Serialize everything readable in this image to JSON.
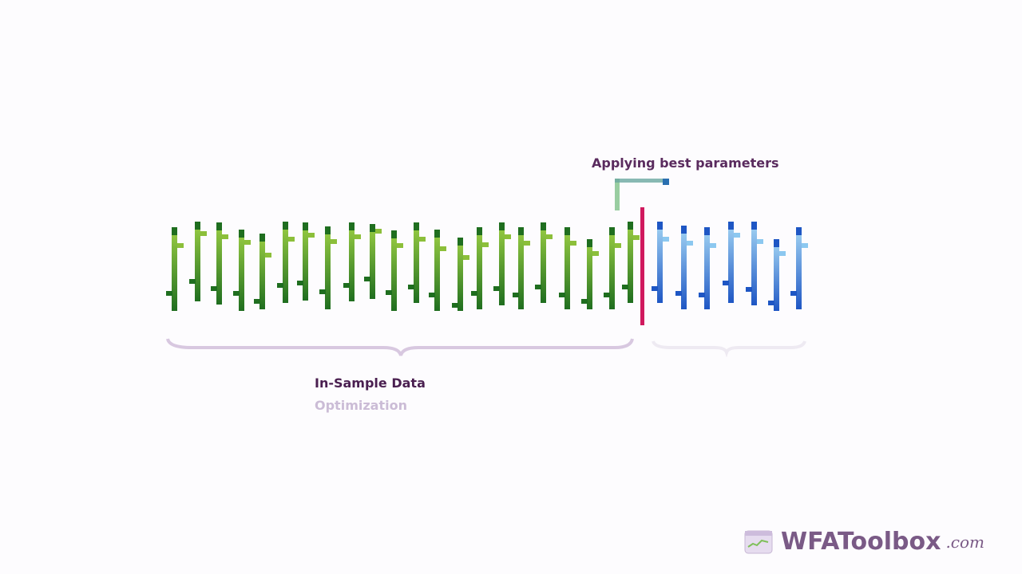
{
  "labels": {
    "applying": "Applying best parameters",
    "in_sample": "In-Sample Data",
    "optimization": "Optimization"
  },
  "logo": {
    "name": "WFAToolbox",
    "suffix": ".com"
  },
  "colors": {
    "in_sample_dark": "#1f6e1f",
    "in_sample_light": "#8cc63f",
    "out_sample_dark": "#1e56c4",
    "out_sample_light": "#8cc8f0",
    "divider": "#d0195e",
    "brace_in": "#d8c8e0",
    "brace_out": "#eeeaf2"
  }
}
